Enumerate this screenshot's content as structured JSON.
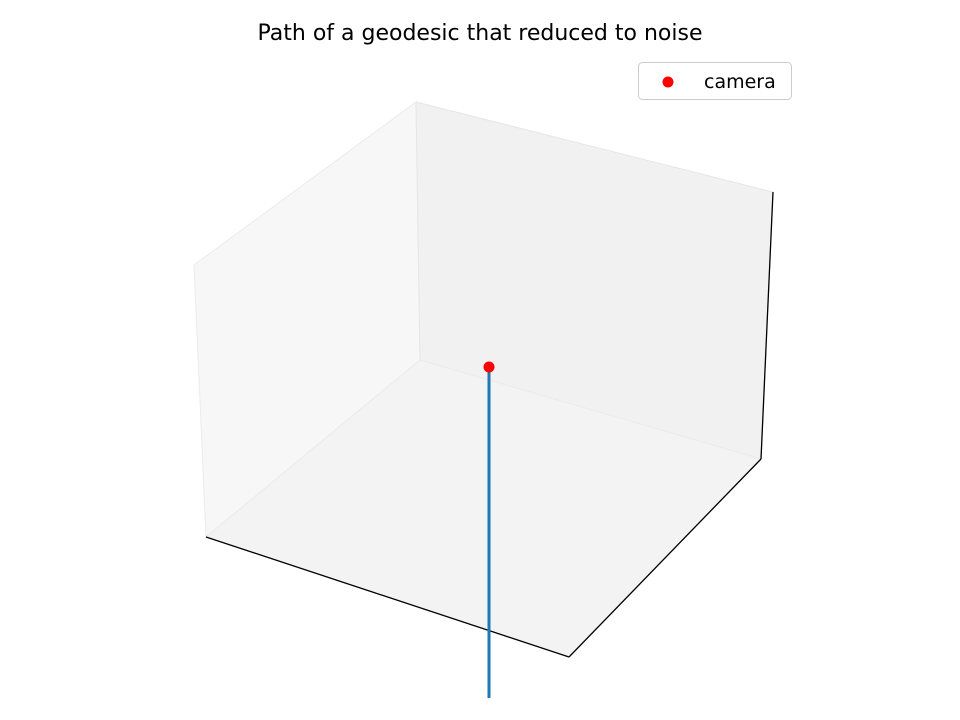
{
  "chart_data": {
    "type": "line",
    "projection": "3d",
    "title": "Path of a geodesic that reduced to noise",
    "xlabel": "",
    "ylabel": "",
    "zlabel": "",
    "ticks_visible": false,
    "grid": false,
    "legend_position": "upper-right",
    "series": [
      {
        "kind": "line",
        "color": "#1f77b4",
        "segment": "vertical line from the camera marker downward, extending below the bottom panel"
      },
      {
        "kind": "scatter",
        "name": "camera",
        "color": "#ff0000",
        "marker": "circle"
      }
    ],
    "pane_colors": {
      "left_pane": "#f7f7f7",
      "back_pane": "#f1f1f1",
      "floor_pane": "#f3f3f3",
      "edges": "#000000"
    }
  }
}
